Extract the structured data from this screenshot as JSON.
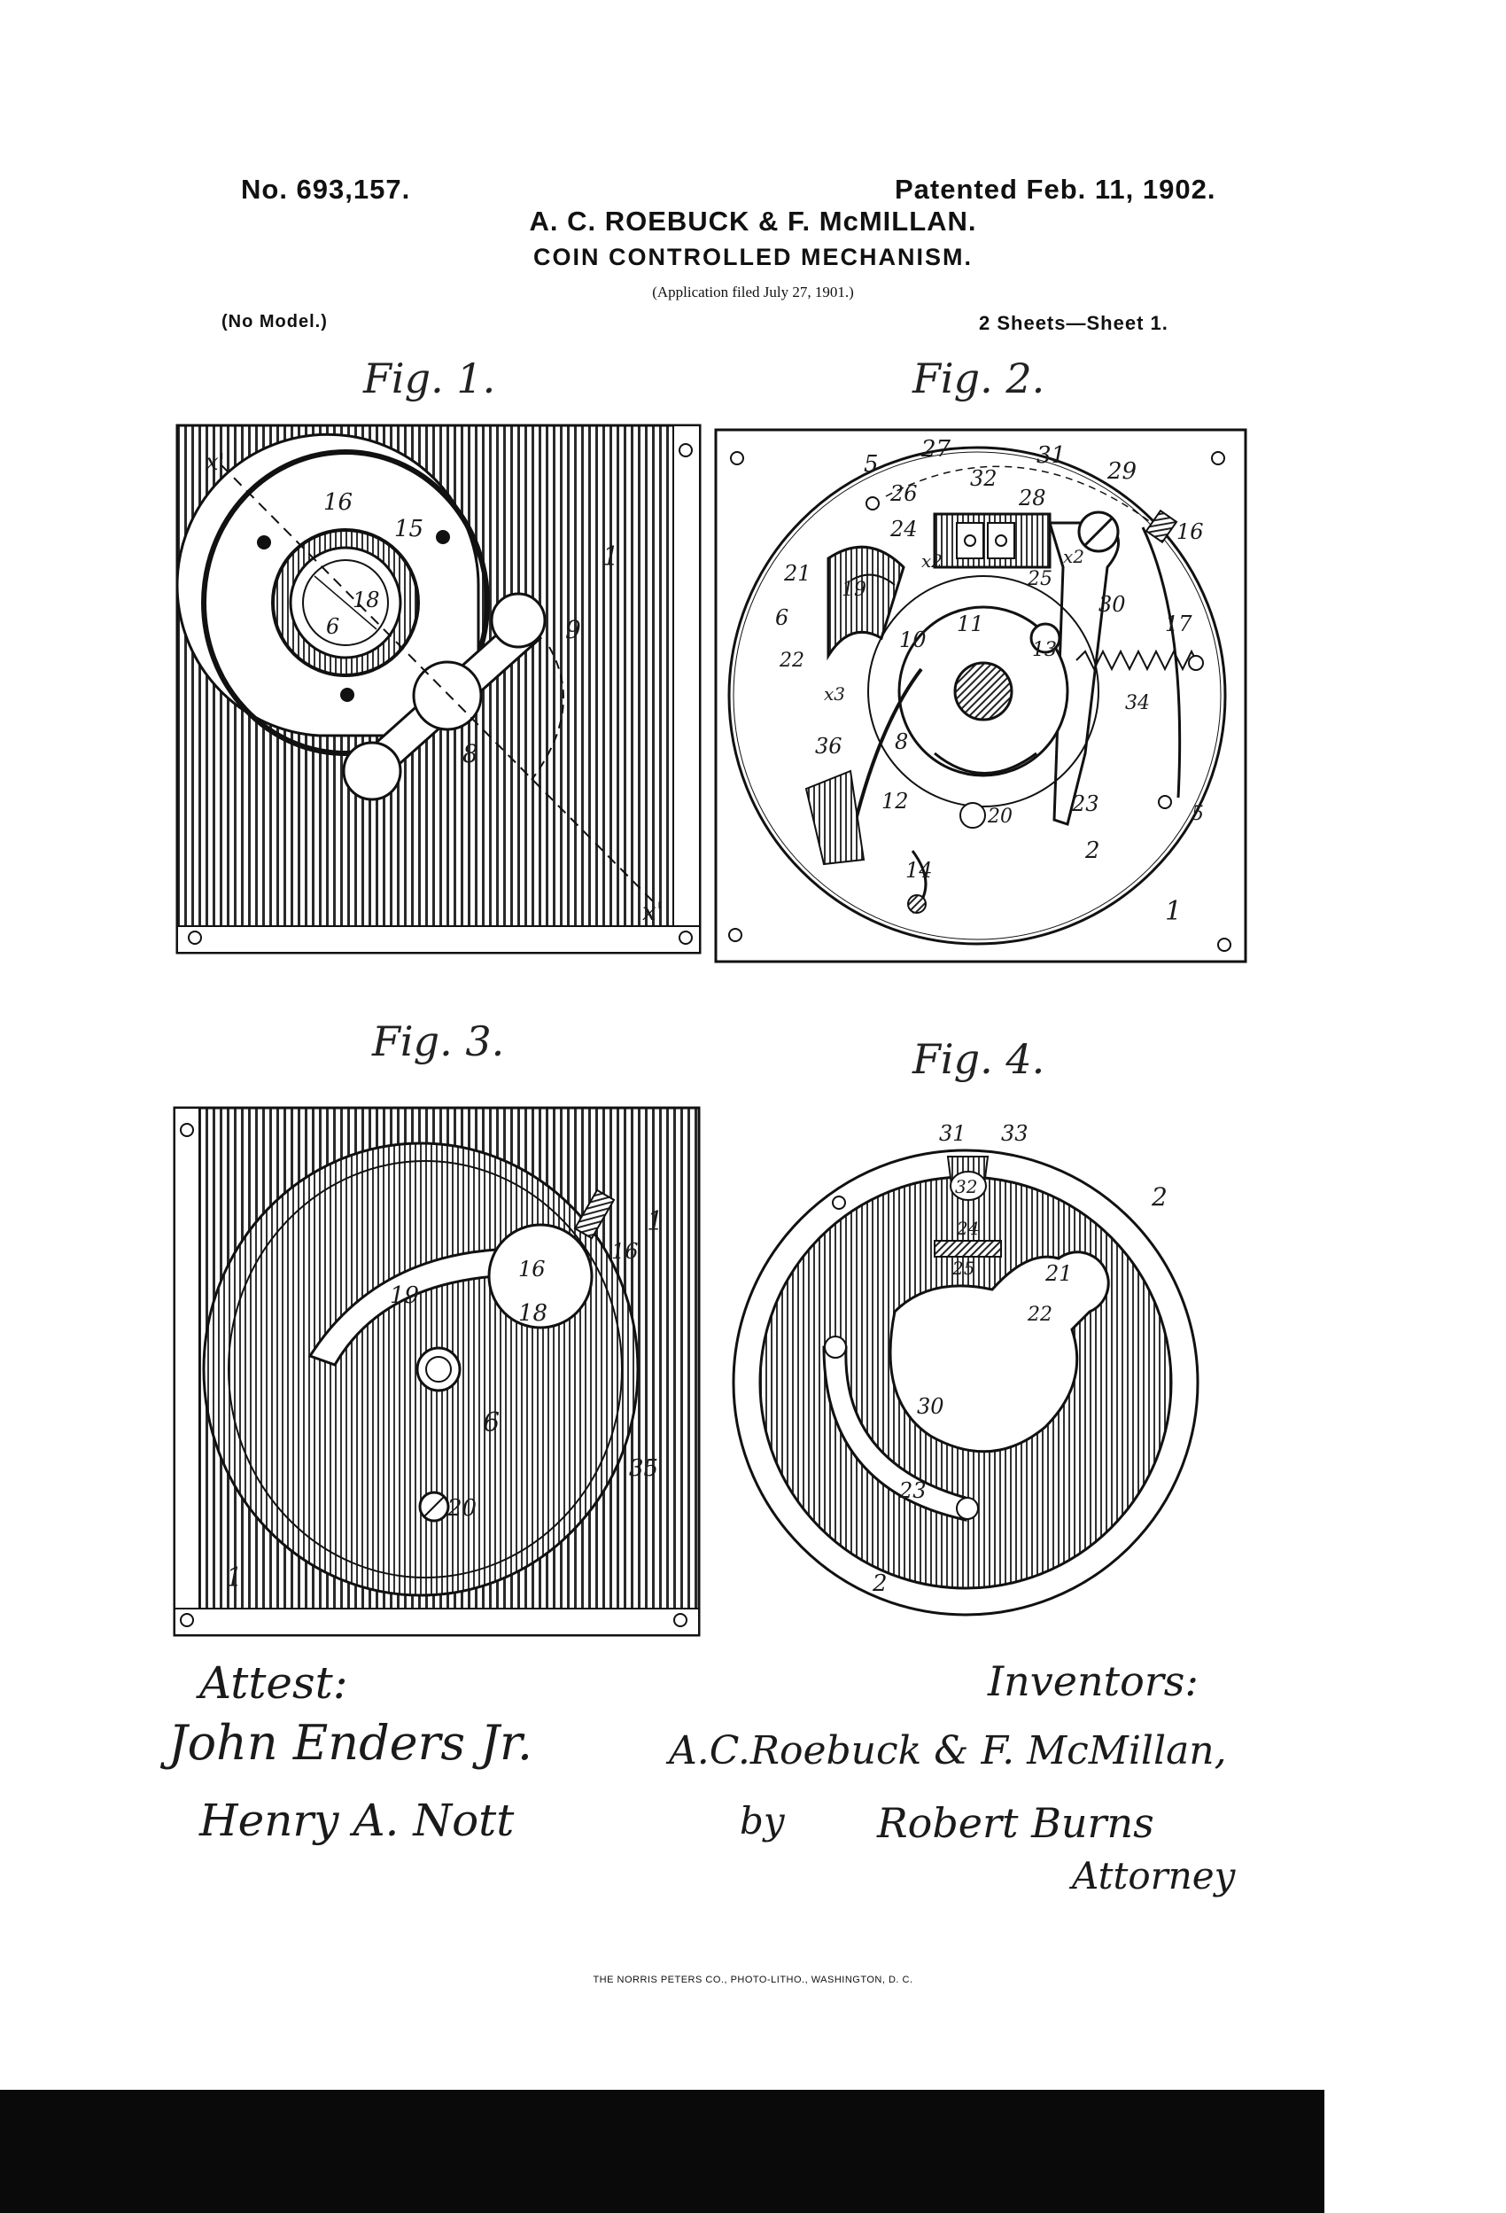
{
  "header": {
    "patent_number": "No. 693,157.",
    "patent_date": "Patented Feb. 11, 1902.",
    "inventors": "A. C. ROEBUCK & F. McMILLAN.",
    "title": "COIN CONTROLLED MECHANISM.",
    "filed": "(Application filed July 27, 1901.)",
    "model": "(No Model.)",
    "sheets": "2 Sheets—Sheet 1."
  },
  "figures": {
    "fig1": {
      "label": "Fig. 1.",
      "refs": [
        "x'",
        "16",
        "15",
        "1",
        "18",
        "6",
        "9",
        "8",
        "x'"
      ]
    },
    "fig2": {
      "label": "Fig. 2.",
      "refs": [
        "5",
        "27",
        "31",
        "29",
        "26",
        "32",
        "28",
        "16",
        "24",
        "x2",
        "x2",
        "25",
        "21",
        "19",
        "6",
        "30",
        "17",
        "11",
        "10",
        "13",
        "22",
        "x3",
        "34",
        "8",
        "36",
        "12",
        "20",
        "23",
        "5",
        "2",
        "14",
        "1"
      ]
    },
    "fig3": {
      "label": "Fig. 3.",
      "refs": [
        "1",
        "16",
        "16",
        "19",
        "18",
        "6",
        "35",
        "20",
        "1"
      ]
    },
    "fig4": {
      "label": "Fig. 4.",
      "refs": [
        "31",
        "33",
        "32",
        "2",
        "24",
        "25",
        "21",
        "22",
        "30",
        "23",
        "2"
      ]
    }
  },
  "signatures": {
    "attest_label": "Attest:",
    "witness1": "John Enders Jr.",
    "witness2": "Henry A. Nott",
    "inventors_label": "Inventors:",
    "inventor_names": "A.C.Roebuck & F. McMillan,",
    "by": "by",
    "attorney_name": "Robert Burns",
    "attorney_label": "Attorney"
  },
  "printer": "THE NORRIS PETERS CO., PHOTO-LITHO., WASHINGTON, D. C."
}
